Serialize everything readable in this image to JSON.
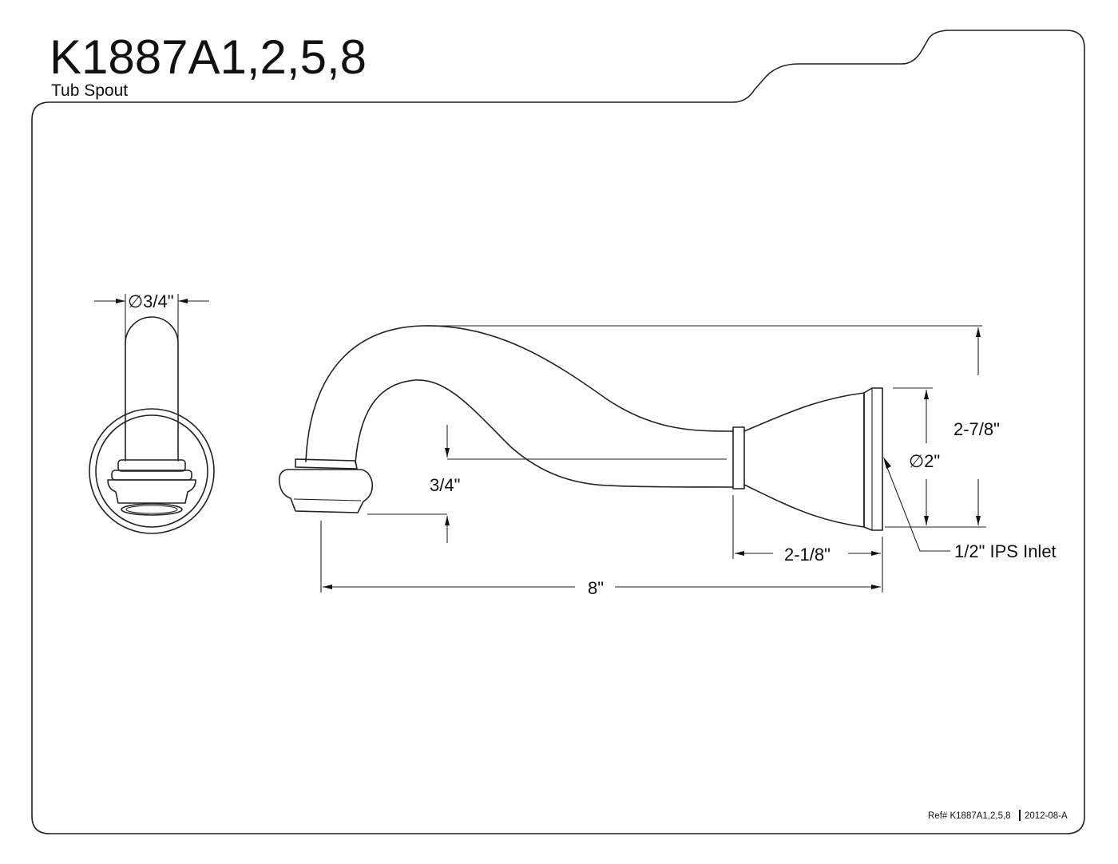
{
  "header": {
    "model": "K1887A1,2,5,8",
    "product": "Tub Spout"
  },
  "dimensions": {
    "pipe_diameter": "∅3/4\"",
    "overall_height": "2-7/8\"",
    "flange_diameter": "∅2\"",
    "outlet_drop": "3/4\"",
    "base_length": "2-1/8\"",
    "overall_length": "8\"",
    "inlet_callout": "1/2\" IPS Inlet"
  },
  "footer": {
    "ref_label": "Ref# K1887A1,2,5,8",
    "revision": "2012-08-A"
  }
}
